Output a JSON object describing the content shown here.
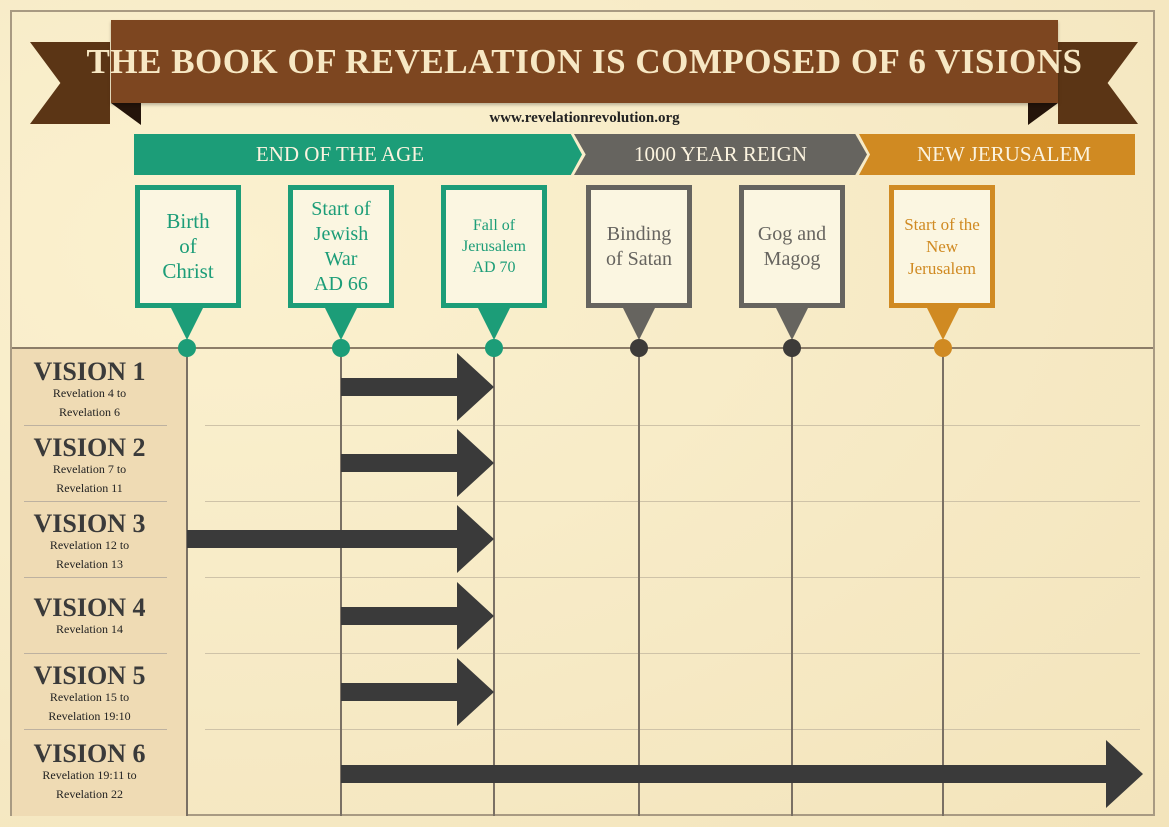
{
  "banner": {
    "title": "THE BOOK OF REVELATION IS COMPOSED OF 6 VISIONS"
  },
  "website": "www.revelationrevolution.org",
  "eras": [
    {
      "label": "END OF THE AGE",
      "color": "#1c9d78"
    },
    {
      "label": "1000 YEAR REIGN",
      "color": "#66645f"
    },
    {
      "label": "NEW JERUSALEM",
      "color": "#d08a22"
    }
  ],
  "events": [
    {
      "lines": [
        "Birth",
        "of",
        "Christ"
      ],
      "color": "#1c9d78"
    },
    {
      "lines": [
        "Start of",
        "Jewish",
        "War",
        "AD 66"
      ],
      "color": "#1c9d78"
    },
    {
      "lines": [
        "Fall of",
        "Jerusalem",
        "AD 70"
      ],
      "color": "#1c9d78"
    },
    {
      "lines": [
        "Binding",
        "of Satan"
      ],
      "color": "#66645f"
    },
    {
      "lines": [
        "Gog and",
        "Magog"
      ],
      "color": "#66645f"
    },
    {
      "lines": [
        "Start of the",
        "New",
        "Jerusalem"
      ],
      "color": "#d08a22"
    }
  ],
  "visions": [
    {
      "title": "VISION 1",
      "refs": [
        "Revelation 4 to",
        "Revelation 6"
      ],
      "from_event": 1,
      "to_event": 2
    },
    {
      "title": "VISION 2",
      "refs": [
        "Revelation 7 to",
        "Revelation 11"
      ],
      "from_event": 1,
      "to_event": 2
    },
    {
      "title": "VISION 3",
      "refs": [
        "Revelation 12 to",
        "Revelation 13"
      ],
      "from_event": 0,
      "to_event": 2
    },
    {
      "title": "VISION 4",
      "refs": [
        "Revelation 14"
      ],
      "from_event": 1,
      "to_event": 2
    },
    {
      "title": "VISION 5",
      "refs": [
        "Revelation 15 to",
        "Revelation 19:10"
      ],
      "from_event": 1,
      "to_event": 2
    },
    {
      "title": "VISION 6",
      "refs": [
        "Revelation 19:11 to",
        "Revelation 22"
      ],
      "from_event": 1,
      "to_event": "end"
    }
  ],
  "arrow_color": "#3a3a3a"
}
